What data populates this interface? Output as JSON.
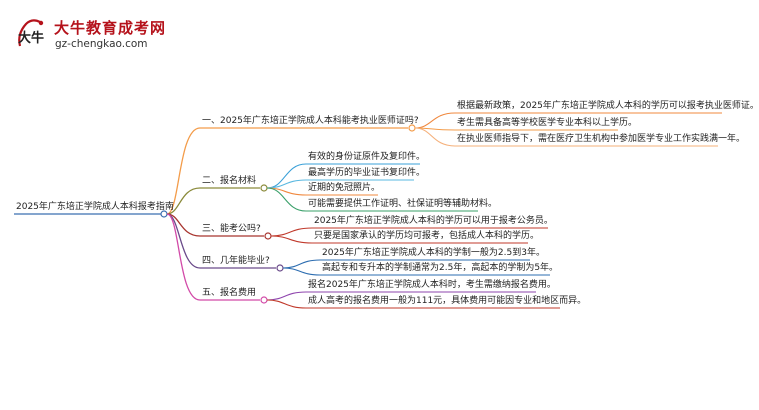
{
  "logo": {
    "mark_text": "大牛",
    "title": "大牛教育成考网",
    "url": "gz-chengkao.com"
  },
  "mindmap": {
    "root": "2025年广东培正学院成人本科报考指南",
    "branches": [
      {
        "label": "一、2025年广东培正学院成人本科能考执业医师证吗?",
        "color": "#f39c4a",
        "leaves": [
          "根据最新政策，2025年广东培正学院成人本科的学历可以报考执业医师证。",
          "考生需具备高等学校医学专业本科以上学历。",
          "在执业医师指导下，需在医疗卫生机构中参加医学专业工作实践满一年。"
        ]
      },
      {
        "label": "二、报名材料",
        "color": "#8a8a3a",
        "leaves": [
          "有效的身份证原件及复印件。",
          "最高学历的毕业证书复印件。",
          "近期的免冠照片。",
          "可能需要提供工作证明、社保证明等辅助材料。"
        ]
      },
      {
        "label": "三、能考公吗?",
        "color": "#a8352f",
        "leaves": [
          "2025年广东培正学院成人本科的学历可以用于报考公务员。",
          "只要是国家承认的学历均可报考，包括成人本科的学历。"
        ]
      },
      {
        "label": "四、几年能毕业?",
        "color": "#6a4a8a",
        "leaves": [
          "2025年广东培正学院成人本科的学制一般为2.5到3年。",
          "高起专和专升本的学制通常为2.5年，高起本的学制为5年。"
        ]
      },
      {
        "label": "五、报名费用",
        "color": "#d24aa8",
        "leaves": [
          "报名2025年广东培正学院成人本科时，考生需缴纳报名费用。",
          "成人高考的报名费用一般为111元，具体费用可能因专业和地区而异。"
        ]
      }
    ],
    "leaf_colors": {
      "b1": [
        "#f0883e",
        "#f39c4a",
        "#f5b07a"
      ],
      "b2": [
        "#3aa0d8",
        "#5ab8e0",
        "#f0883e",
        "#3aa06a"
      ],
      "b3": [
        "#c0392b",
        "#c0392b"
      ],
      "b4": [
        "#2b6cb0",
        "#2b6cb0"
      ],
      "b5": [
        "#8e44ad",
        "#c0392b"
      ]
    },
    "root_color": "#3a6fb0"
  }
}
